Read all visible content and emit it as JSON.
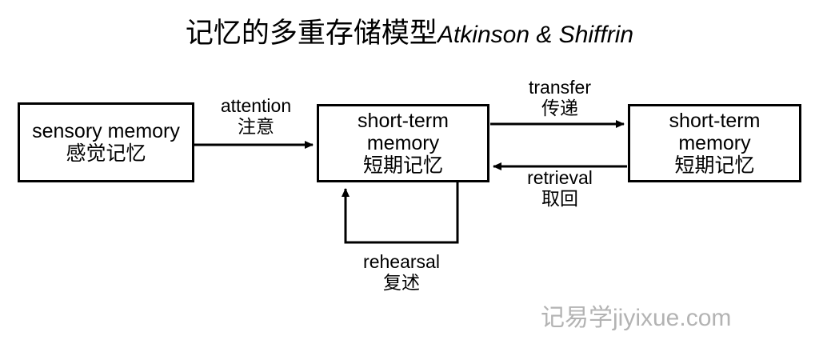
{
  "diagram": {
    "title": {
      "chinese": "记忆的多重存储模型",
      "english": "Atkinson & Shiffrin"
    },
    "boxes": [
      {
        "id": "sensory",
        "lines_en": [
          "sensory memory"
        ],
        "line_cn": "感觉记忆"
      },
      {
        "id": "short-term",
        "lines_en": [
          "short-term",
          "memory"
        ],
        "line_cn": "短期记忆"
      },
      {
        "id": "long-term",
        "lines_en": [
          "short-term",
          "memory"
        ],
        "line_cn": "短期记忆"
      }
    ],
    "edges": [
      {
        "id": "attention",
        "english": "attention",
        "chinese": "注意"
      },
      {
        "id": "transfer",
        "english": "transfer",
        "chinese": "传递"
      },
      {
        "id": "retrieval",
        "english": "retrieval",
        "chinese": "取回"
      },
      {
        "id": "rehearsal",
        "english": "rehearsal",
        "chinese": "复述"
      }
    ],
    "watermark": "记易学jiyixue.com",
    "colors": {
      "background": "#ffffff",
      "stroke": "#000000",
      "text": "#000000",
      "watermark": "#b3b3b3"
    }
  }
}
